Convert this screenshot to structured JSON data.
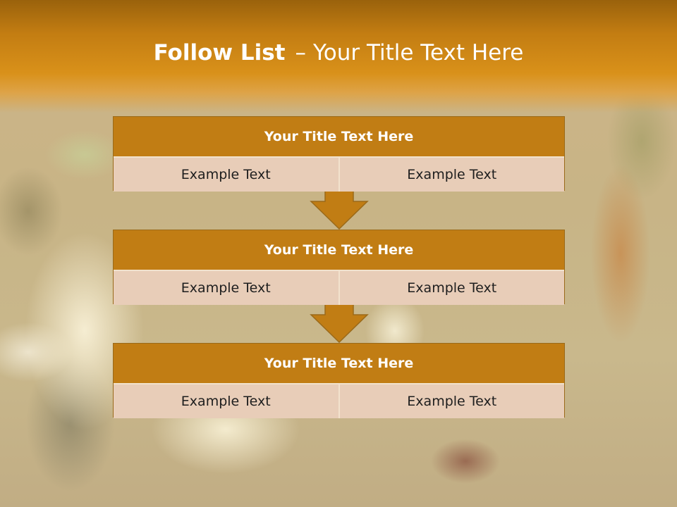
{
  "slide": {
    "title_bold": "Follow List",
    "title_dash": "–",
    "title_rest": "Your Title Text Here"
  },
  "steps": [
    {
      "title": "Your Title Text Here",
      "left": "Example Text",
      "right": "Example Text"
    },
    {
      "title": "Your Title Text Here",
      "left": "Example Text",
      "right": "Example Text"
    },
    {
      "title": "Your Title Text Here",
      "left": "Example Text",
      "right": "Example Text"
    }
  ],
  "colors": {
    "header_fill": "#c17d14",
    "cell_fill": "#e8cdb8",
    "arrow_fill": "#c17d14",
    "banner": "#d9911a"
  }
}
